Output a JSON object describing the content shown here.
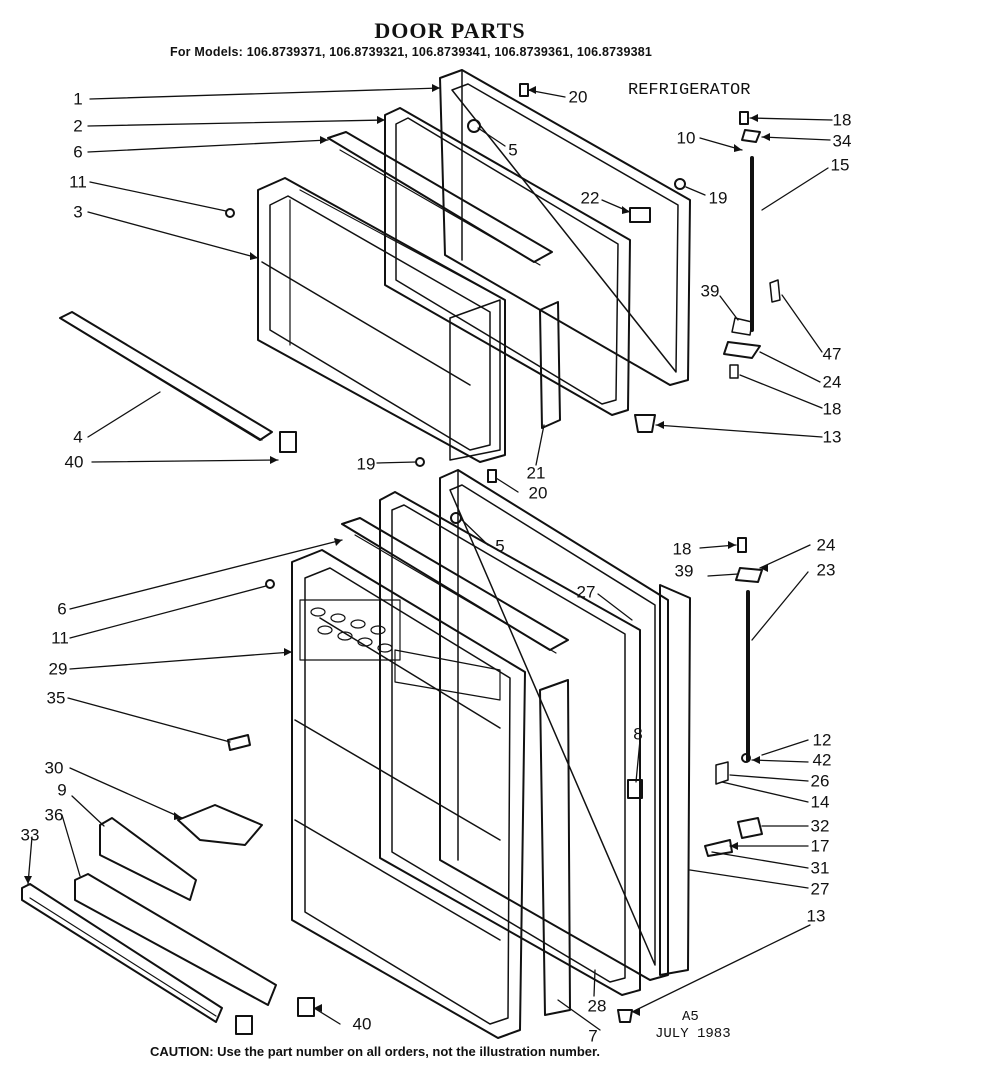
{
  "header": {
    "title": "DOOR PARTS",
    "models_line": "For Models: 106.8739371, 106.8739321, 106.8739341, 106.8739361, 106.8739381",
    "appliance": "REFRIGERATOR"
  },
  "footer": {
    "caution": "CAUTION: Use the part number on all orders, not the illustration number.",
    "stamp_code": "A5",
    "stamp_date": "JULY 1983"
  },
  "callouts": {
    "c1": "1",
    "c2": "2",
    "c6a": "6",
    "c11a": "11",
    "c3": "3",
    "c4": "4",
    "c40a": "40",
    "c20a": "20",
    "c5a": "5",
    "c22": "22",
    "c19a": "19",
    "c10": "10",
    "c18a": "18",
    "c34": "34",
    "c15": "15",
    "c39a": "39",
    "c47": "47",
    "c24a": "24",
    "c18b": "18",
    "c13a": "13",
    "c19b": "19",
    "c21": "21",
    "c20b": "20",
    "c5b": "5",
    "c6b": "6",
    "c11b": "11",
    "c29": "29",
    "c35": "35",
    "c30": "30",
    "c9": "9",
    "c36": "36",
    "c33": "33",
    "c27a": "27",
    "c8": "8",
    "c18c": "18",
    "c24b": "24",
    "c39b": "39",
    "c23": "23",
    "c12": "12",
    "c42": "42",
    "c26": "26",
    "c14": "14",
    "c32": "32",
    "c17": "17",
    "c31": "31",
    "c27b": "27",
    "c13b": "13",
    "c28": "28",
    "c7": "7",
    "c40b": "40"
  },
  "colors": {
    "ink": "#111111",
    "paper": "#ffffff"
  }
}
